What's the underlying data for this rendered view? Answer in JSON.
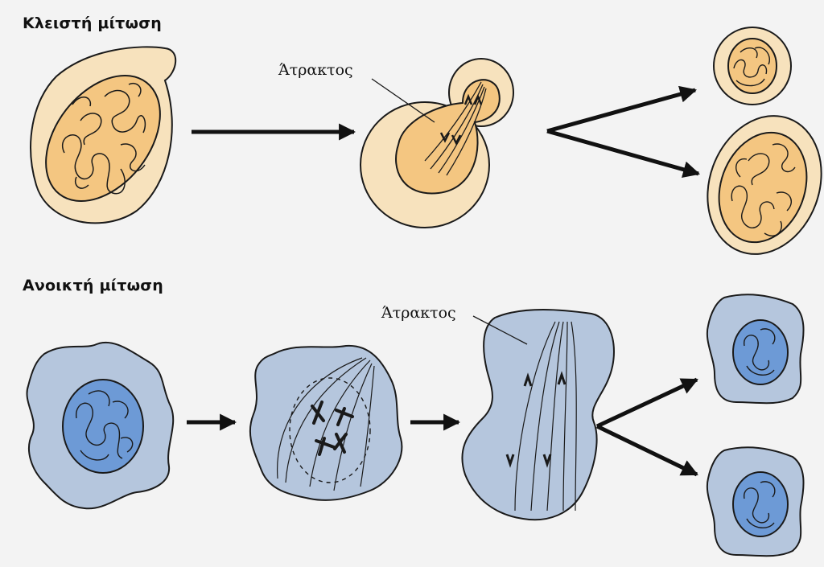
{
  "sections": {
    "closed": {
      "title": "Κλειστή μίτωση",
      "spindle_label": "Άτρακτος"
    },
    "open": {
      "title": "Ανοικτή μίτωση",
      "spindle_label": "Άτρακτος"
    }
  },
  "colors": {
    "background": "#f3f3f3",
    "closed_cell": "#f7e2bd",
    "closed_nucleus": "#f4c681",
    "open_cell": "#b5c6dd",
    "open_nucleus": "#6d9ad6",
    "outline": "#1a1a1a"
  }
}
